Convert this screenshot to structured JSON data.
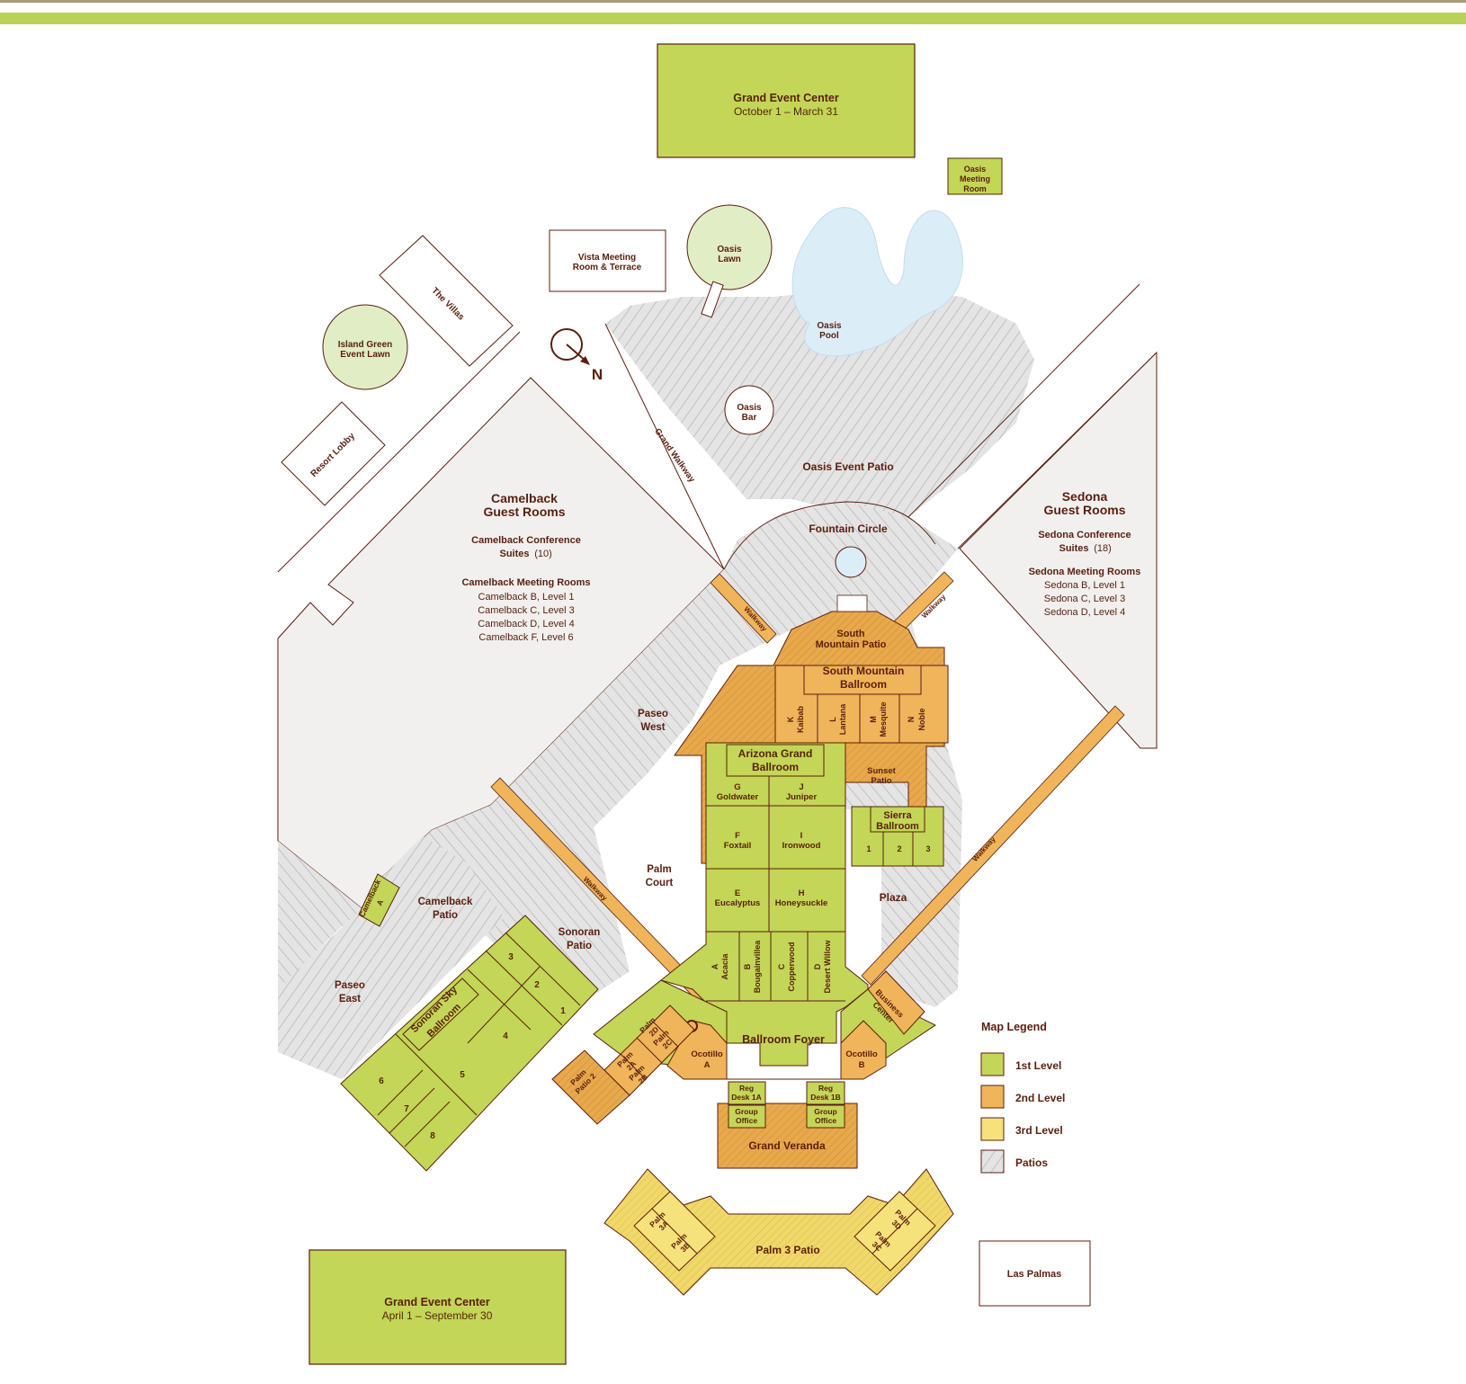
{
  "colors": {
    "level1": "#c3d657",
    "level2": "#f0b45a",
    "level3": "#f5e27a",
    "patio": "#e4e4e4",
    "building": "#f1f0ee",
    "pool": "#dbeef8",
    "lawn": "#e1edc5",
    "text": "#5a1f0e",
    "top_bar": "#b9d15a"
  },
  "map": {
    "grand_event_center_north": {
      "title": "Grand Event Center",
      "dates": "October 1 – March 31"
    },
    "grand_event_center_south": {
      "title": "Grand Event Center",
      "dates": "April 1 – September 30"
    },
    "oasis_meeting_room": [
      "Oasis",
      "Meeting",
      "Room"
    ],
    "vista_meeting": [
      "Vista Meeting",
      "Room & Terrace"
    ],
    "oasis_lawn": [
      "Oasis",
      "Lawn"
    ],
    "oasis_pool": [
      "Oasis",
      "Pool"
    ],
    "oasis_bar": [
      "Oasis",
      "Bar"
    ],
    "oasis_event_patio": "Oasis Event Patio",
    "the_villas": "The Villas",
    "island_green": [
      "Island Green",
      "Event Lawn"
    ],
    "resort_lobby": "Resort Lobby",
    "north_label": "N",
    "grand_walkway": "Grand Walkway",
    "camelback": {
      "title": [
        "Camelback",
        "Guest Rooms"
      ],
      "suites": "Camelback Conference",
      "suites2": "Suites",
      "suites_count": "(10)",
      "meeting_title": "Camelback Meeting Rooms",
      "meeting_rooms": [
        "Camelback B, Level 1",
        "Camelback C, Level 3",
        "Camelback D, Level 4",
        "Camelback F, Level 6"
      ]
    },
    "sedona": {
      "title": [
        "Sedona",
        "Guest Rooms"
      ],
      "suites": "Sedona Conference",
      "suites2": "Suites",
      "suites_count": "(18)",
      "meeting_title": "Sedona Meeting Rooms",
      "meeting_rooms": [
        "Sedona B, Level 1",
        "Sedona C, Level 3",
        "Sedona D, Level 4"
      ]
    },
    "fountain_circle": "Fountain Circle",
    "walkway": "Walkway",
    "south_mountain_patio": [
      "South",
      "Mountain Patio"
    ],
    "south_mountain_ballroom": [
      "South Mountain",
      "Ballroom"
    ],
    "sm_rooms": [
      [
        "K",
        "Kaibab"
      ],
      [
        "L",
        "Lantana"
      ],
      [
        "M",
        "Mesquite"
      ],
      [
        "N",
        "Noble"
      ]
    ],
    "paseo_west": [
      "Paseo",
      "West"
    ],
    "arizona_grand_ballroom": [
      "Arizona Grand",
      "Ballroom"
    ],
    "ag_rooms": [
      [
        "G",
        "Goldwater"
      ],
      [
        "J",
        "Juniper"
      ],
      [
        "F",
        "Foxtail"
      ],
      [
        "I",
        "Ironwood"
      ],
      [
        "E",
        "Eucalyptus"
      ],
      [
        "H",
        "Honeysuckle"
      ]
    ],
    "ag_bottom_rooms": [
      [
        "A",
        "Acacia"
      ],
      [
        "B",
        "Bougainvillea"
      ],
      [
        "C",
        "Copperwood"
      ],
      [
        "D",
        "Desert Willow"
      ]
    ],
    "sunset_patio": [
      "Sunset",
      "Patio"
    ],
    "sierra_ballroom": [
      "Sierra",
      "Ballroom"
    ],
    "sierra_rooms": [
      "1",
      "2",
      "3"
    ],
    "plaza": "Plaza",
    "palm_court": [
      "Palm",
      "Court"
    ],
    "camelback_a": [
      "Camelback",
      "A"
    ],
    "camelback_patio": [
      "Camelback",
      "Patio"
    ],
    "sonoran_patio": [
      "Sonoran",
      "Patio"
    ],
    "paseo_east": [
      "Paseo",
      "East"
    ],
    "sonoran_sky_ballroom": [
      "Sonoran Sky",
      "Ballroom"
    ],
    "sonoran_rooms": [
      "1",
      "2",
      "3",
      "4",
      "5",
      "6",
      "7",
      "8"
    ],
    "ballroom_foyer": "Ballroom Foyer",
    "business_center": [
      "Business",
      "Center"
    ],
    "ocotillo_a": [
      "Ocotillo",
      "A"
    ],
    "ocotillo_b": [
      "Ocotillo",
      "B"
    ],
    "palm_2": [
      [
        "Palm",
        "2A"
      ],
      [
        "Palm",
        "2B"
      ],
      [
        "Palm",
        "2C"
      ],
      [
        "Palm",
        "2D"
      ]
    ],
    "palm_patio_2": [
      "Palm",
      "Patio 2"
    ],
    "reg_desk_1a": [
      "Reg",
      "Desk 1A"
    ],
    "reg_desk_1b": [
      "Reg",
      "Desk 1B"
    ],
    "group_office": [
      "Group",
      "Office"
    ],
    "grand_veranda": "Grand Veranda",
    "palm_3": [
      [
        "Palm",
        "3A"
      ],
      [
        "Palm",
        "3B"
      ],
      [
        "Palm",
        "3C"
      ],
      [
        "Palm",
        "3D"
      ]
    ],
    "palm_3_patio": "Palm 3 Patio",
    "las_palmas": "Las Palmas"
  },
  "legend": {
    "title": "Map Legend",
    "items": [
      {
        "label": "1st Level",
        "color": "#c3d657"
      },
      {
        "label": "2nd Level",
        "color": "#f0b45a"
      },
      {
        "label": "3rd Level",
        "color": "#f5e27a"
      },
      {
        "label": "Patios",
        "color": "#e4e4e4"
      }
    ]
  }
}
